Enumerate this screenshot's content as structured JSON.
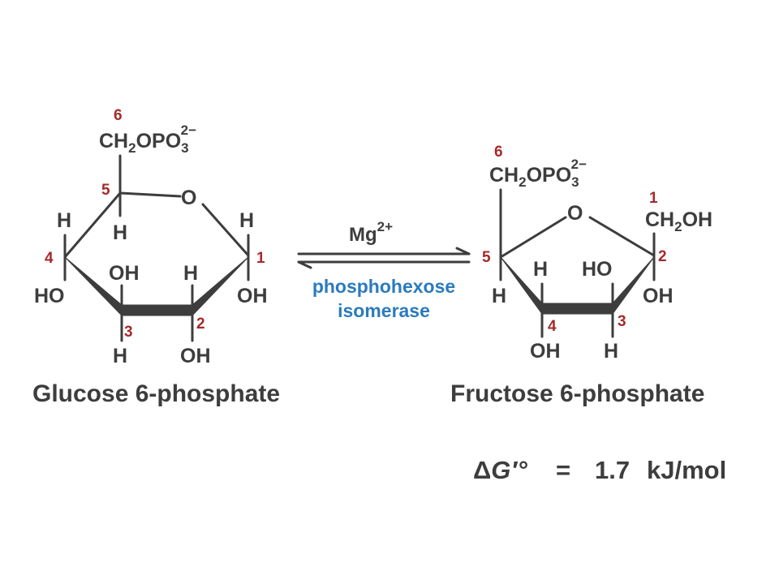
{
  "glucose": {
    "name": "Glucose 6-phosphate",
    "c6_number": "6",
    "c6_group": "CH",
    "c6_group_sub": "2",
    "c6_group_mid": "OPO",
    "c6_group_sub2": "3",
    "c6_group_charge": "2−",
    "ring_oxygen": "O",
    "c5_number": "5",
    "c5_h": "H",
    "c4_number": "4",
    "c4_h": "H",
    "c4_oh": "HO",
    "c3_number": "3",
    "c3_oh": "OH",
    "c3_h": "H",
    "c2_number": "2",
    "c2_h": "H",
    "c2_oh": "OH",
    "c1_number": "1",
    "c1_h": "H",
    "c1_oh": "OH"
  },
  "reaction": {
    "cofactor": "Mg",
    "cofactor_charge": "2+",
    "enzyme_line1": "phosphohexose",
    "enzyme_line2": "isomerase"
  },
  "fructose": {
    "name": "Fructose 6-phosphate",
    "c6_number": "6",
    "c6_group": "CH",
    "c6_group_sub": "2",
    "c6_group_mid": "OPO",
    "c6_group_sub2": "3",
    "c6_group_charge": "2−",
    "ring_oxygen": "O",
    "c1_number": "1",
    "c1_group": "CH",
    "c1_group_sub": "2",
    "c1_group_end": "OH",
    "c5_number": "5",
    "c5_h": "H",
    "c4_h_top": "H",
    "c4_number": "4",
    "c4_oh": "OH",
    "c3_ho": "HO",
    "c3_number": "3",
    "c3_h": "H",
    "c2_number": "2",
    "c2_oh": "OH"
  },
  "energy": {
    "delta": "Δ",
    "symbol": "G",
    "prime": "′°",
    "equals": "=",
    "value": "1.7",
    "unit": "kJ/mol"
  },
  "colors": {
    "text": "#3d3d3d",
    "carbon_numbers": "#a52a2a",
    "enzyme": "#2b7bbd"
  }
}
